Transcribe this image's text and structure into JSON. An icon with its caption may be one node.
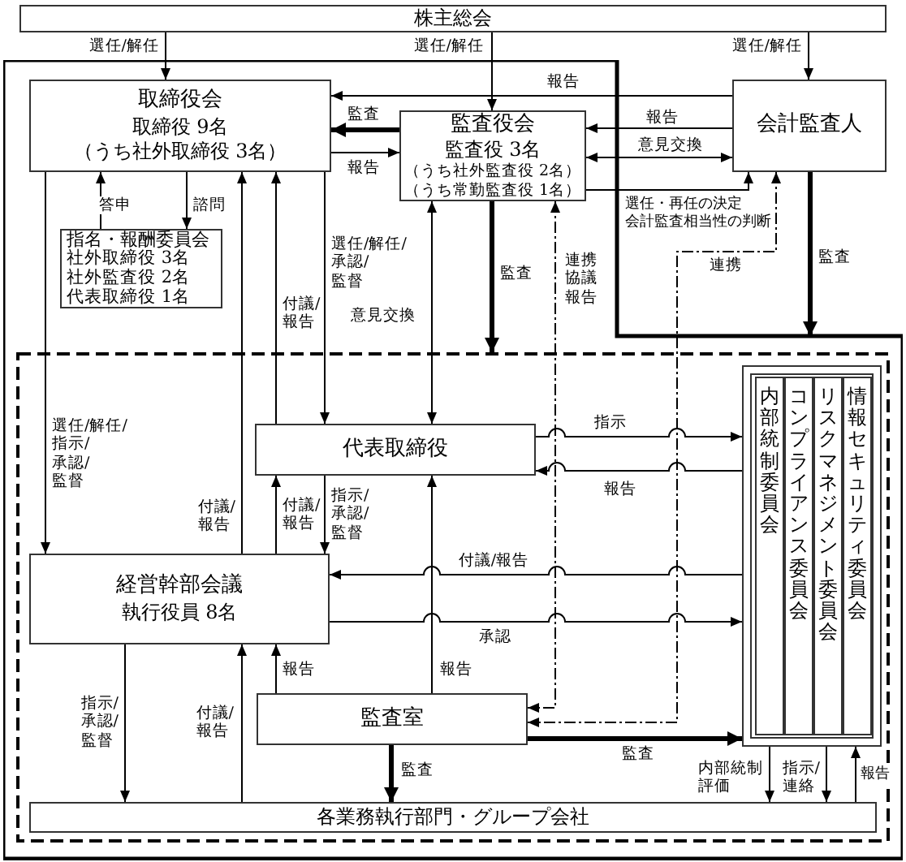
{
  "diagram": {
    "nodes": [
      {
        "text": [
          "株主総会"
        ]
      },
      {
        "text": [],
        "shape": "polygon"
      },
      {
        "text": [
          "取締役会",
          "取締役 9名",
          "（うち社外取締役 3名）"
        ],
        "in": 1
      },
      {
        "text": [
          "指名・報酬委員会",
          "社外取締役 3名",
          "社外監査役 2名",
          "代表取締役 1名"
        ],
        "in": 1
      },
      {
        "text": [
          "監査役会",
          "監査役 3名",
          "（うち社外監査役 2名）",
          "（うち常勤監査役 1名）"
        ],
        "in": 1
      },
      {
        "text": [
          "会計監査人"
        ]
      },
      {
        "text": [],
        "shape": "box",
        "in": 1
      },
      {
        "text": [
          "代表取締役"
        ],
        "in": 6
      },
      {
        "text": [
          "経営幹部会議",
          "執行役員 8名"
        ],
        "in": 6
      },
      {
        "text": [],
        "shape": "box",
        "in": 6
      },
      {
        "text": [
          "内部統制委員会"
        ],
        "in": 9
      },
      {
        "text": [
          "コンプライアンス委員会"
        ],
        "in": 9
      },
      {
        "text": [
          "リスクマネジメント委員会"
        ],
        "in": 9
      },
      {
        "text": [
          "情報セキュリティ委員会"
        ],
        "in": 9
      },
      {
        "text": [
          "監査室"
        ],
        "in": 6
      },
      {
        "text": [
          "各業務執行部門・グループ会社"
        ],
        "in": 6
      }
    ],
    "edges": [
      {
        "from": 0,
        "to": 2,
        "arrow": "to",
        "label": "選任/解任"
      },
      {
        "from": 0,
        "to": 4,
        "arrow": "to",
        "label": "選任/解任"
      },
      {
        "from": 0,
        "to": 5,
        "arrow": "to",
        "label": "選任/解任"
      },
      {
        "from": 5,
        "to": 2,
        "arrow": "to",
        "label": "報告"
      },
      {
        "from": 4,
        "to": 2,
        "arrow": "to",
        "label": "監査",
        "style": "thick"
      },
      {
        "from": 2,
        "to": 4,
        "arrow": "to",
        "label": "報告"
      },
      {
        "from": 5,
        "to": 4,
        "arrow": "to",
        "label": "報告"
      },
      {
        "from": 4,
        "to": 5,
        "arrow": "both",
        "label": "意見交換"
      },
      {
        "from": 4,
        "to": 5,
        "arrow": "to",
        "label": "選任・再任の決定会計監査相当性の判断"
      },
      {
        "from": 2,
        "to": 3,
        "arrow": "to",
        "label": "諮問"
      },
      {
        "from": 3,
        "to": 2,
        "arrow": "to",
        "label": "答申"
      },
      {
        "from": 2,
        "to": 8,
        "arrow": "to",
        "label": "選任/解任/ 指示/ 承認/ 監督"
      },
      {
        "from": 8,
        "to": 2,
        "arrow": "to",
        "label": "付議/ 報告"
      },
      {
        "from": 7,
        "to": 2,
        "arrow": "to",
        "label": "付議/ 報告"
      },
      {
        "from": 2,
        "to": 7,
        "arrow": "to",
        "label": "選任/解任/ 承認/ 監督"
      },
      {
        "from": 4,
        "to": 7,
        "arrow": "both",
        "label": "意見交換"
      },
      {
        "from": 4,
        "to": 6,
        "arrow": "to",
        "label": "監査",
        "style": "thick"
      },
      {
        "from": 4,
        "to": 14,
        "arrow": "both",
        "label": "連携協議報告",
        "style": "dashed"
      },
      {
        "from": 5,
        "to": 14,
        "arrow": "both",
        "label": "連携",
        "style": "dashed"
      },
      {
        "from": 5,
        "to": 1,
        "arrow": "to",
        "label": "監査",
        "style": "thick"
      },
      {
        "from": 7,
        "to": 8,
        "arrow": "to",
        "label": "指示/ 承認/ 監督"
      },
      {
        "from": 8,
        "to": 7,
        "arrow": "to",
        "label": "付議/ 報告"
      },
      {
        "from": 7,
        "to": 9,
        "arrow": "to",
        "label": "指示"
      },
      {
        "from": 9,
        "to": 7,
        "arrow": "to",
        "label": "報告"
      },
      {
        "from": 9,
        "to": 8,
        "arrow": "to",
        "label": "付議/報告"
      },
      {
        "from": 8,
        "to": 9,
        "arrow": "to",
        "label": "承認"
      },
      {
        "from": 14,
        "to": 8,
        "arrow": "to",
        "label": "報告"
      },
      {
        "from": 14,
        "to": 7,
        "arrow": "to",
        "label": "報告"
      },
      {
        "from": 14,
        "to": 9,
        "arrow": "to",
        "label": "監査",
        "style": "thick"
      },
      {
        "from": 14,
        "to": 15,
        "arrow": "to",
        "label": "監査",
        "style": "thick"
      },
      {
        "from": 8,
        "to": 15,
        "arrow": "to",
        "label": "指示/ 承認/ 監督"
      },
      {
        "from": 15,
        "to": 8,
        "arrow": "to",
        "label": "付議/ 報告"
      },
      {
        "from": 9,
        "to": 15,
        "arrow": "to",
        "label": "内部統制評価"
      },
      {
        "from": 9,
        "to": 15,
        "arrow": "to",
        "label": "指示/ 連絡"
      },
      {
        "from": 15,
        "to": 9,
        "arrow": "to",
        "label": "報告"
      }
    ]
  }
}
